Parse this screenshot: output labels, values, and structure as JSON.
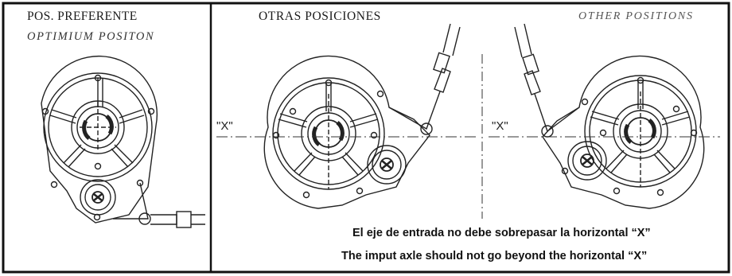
{
  "panels": {
    "preferred": {
      "title_es": "POS. PREFERENTE",
      "title_en": "OPTIMIUM POSITON"
    },
    "others": {
      "title_es": "OTRAS POSICIONES",
      "title_en": "OTHER POSITIONS",
      "axis_label_left": "\"X\"",
      "axis_label_right": "\"X\""
    }
  },
  "notes": {
    "line_es": "El eje de entrada no debe sobrepasar la horizontal “X”",
    "line_en": "The imput axle should not go beyond the horizontal “X”"
  }
}
